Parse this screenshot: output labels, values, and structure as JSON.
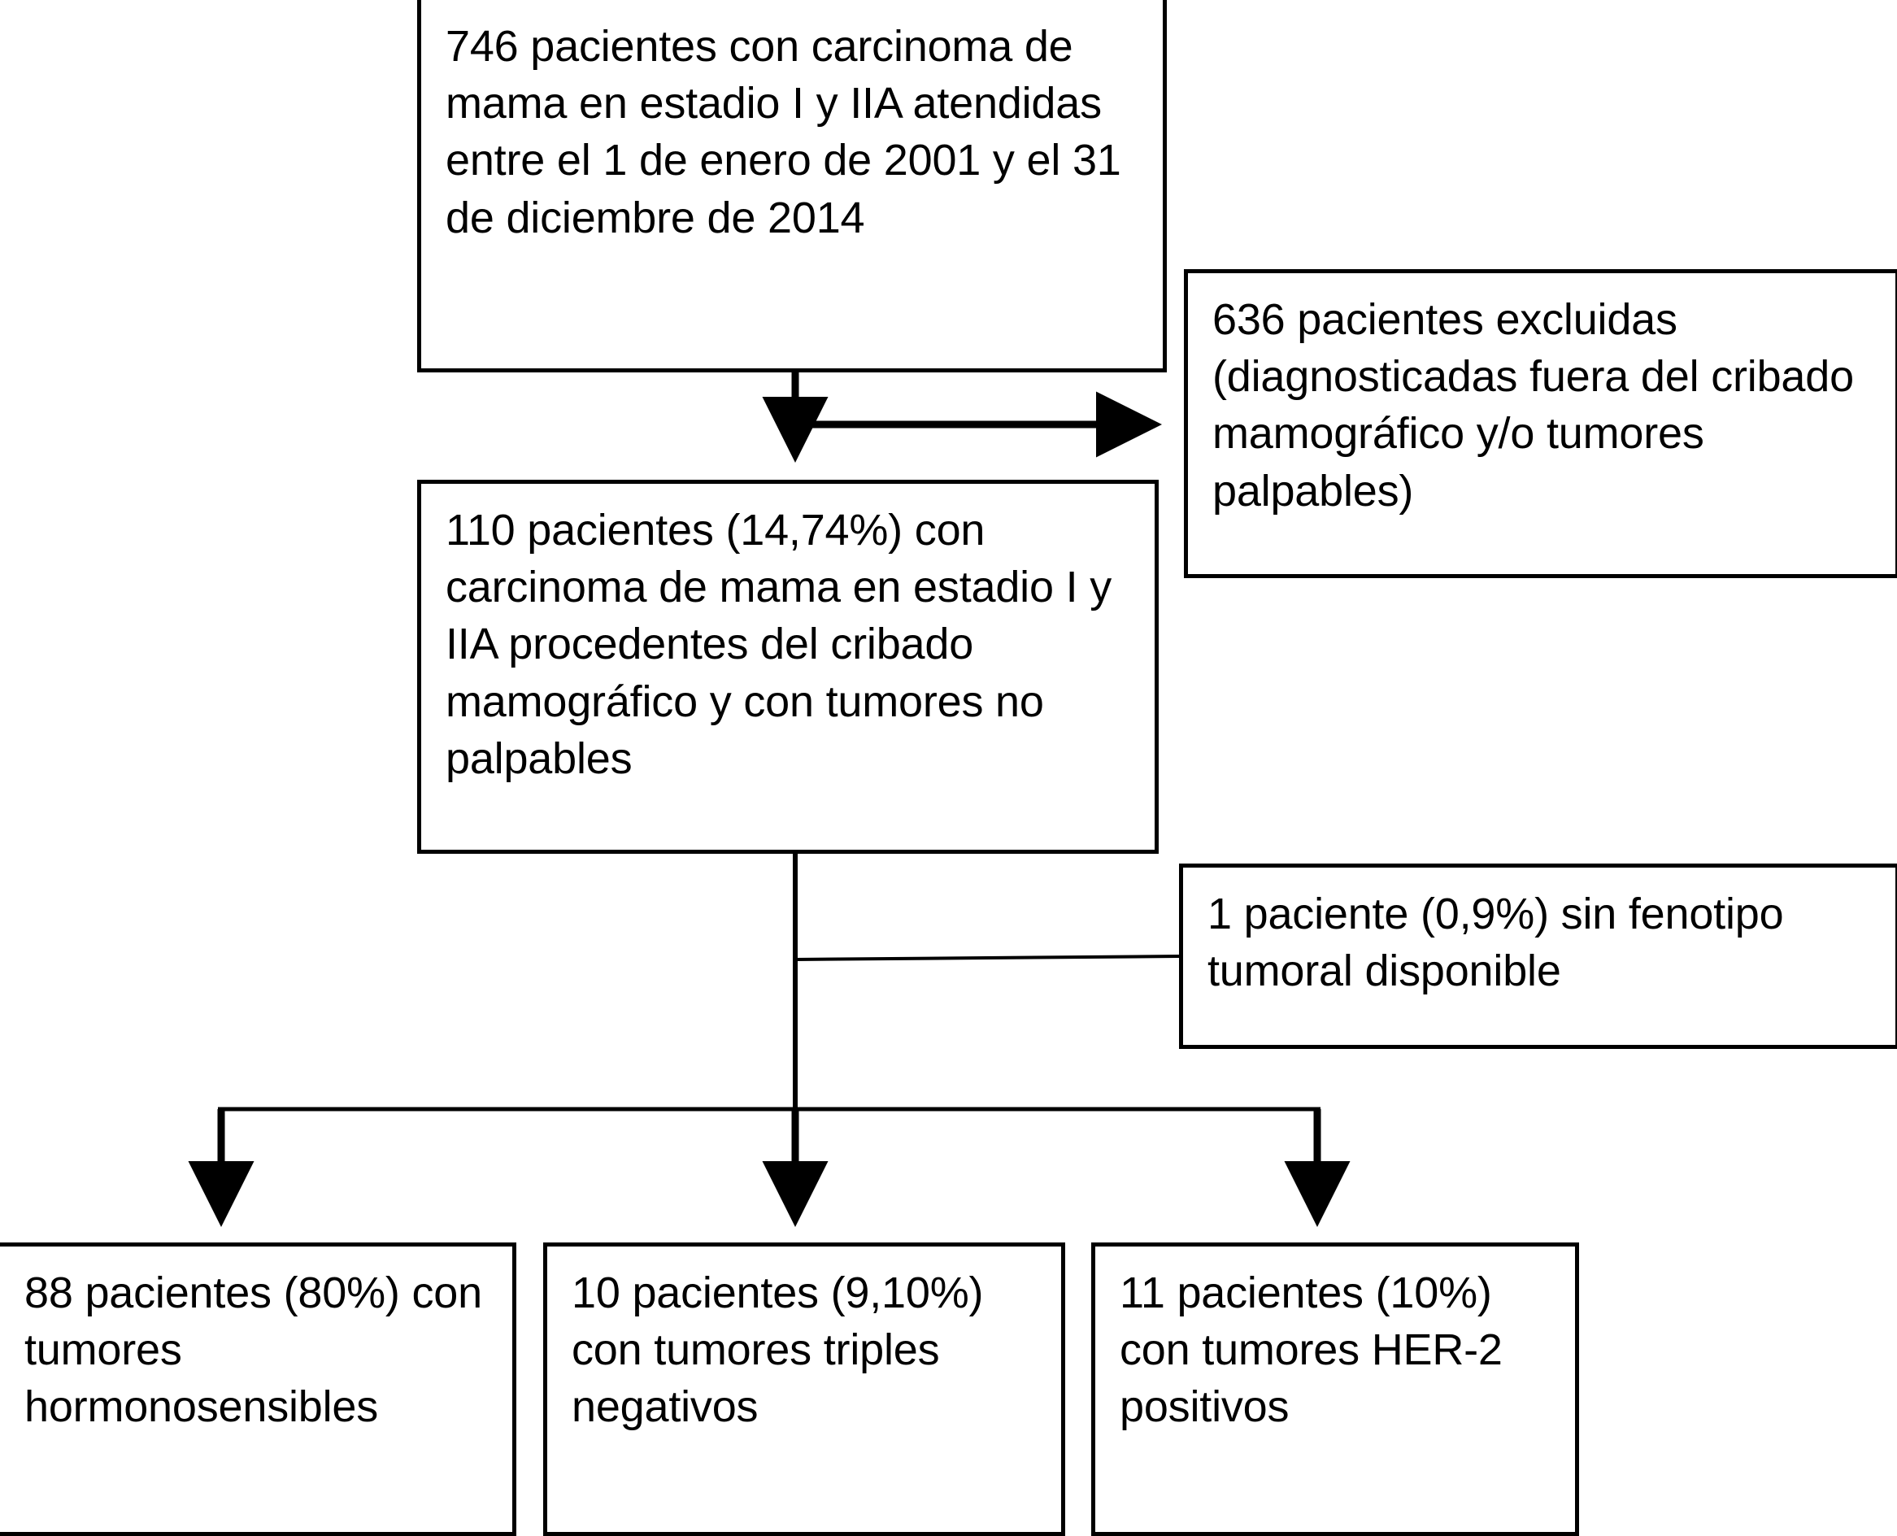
{
  "diagram": {
    "type": "flowchart",
    "language": "es",
    "title_visible": false,
    "colors": {
      "stroke": "#000000",
      "fill": "#ffffff",
      "text": "#000000"
    },
    "nodes": {
      "cohort_total": {
        "id": "n1",
        "role": "source-cohort",
        "text": "746 pacientes con carcinoma de mama en estadio I y IIA atendidas entre el 1 de enero de 2001 y el 31 de diciembre de 2014",
        "count": 746
      },
      "excluded": {
        "id": "n2",
        "role": "exclusion",
        "text": "636 pacientes excluidas (diagnosticadas fuera del cribado mamográfico y/o tumores palpables)",
        "count": 636
      },
      "cohort_included": {
        "id": "n3",
        "role": "included-cohort",
        "text": "110 pacientes (14,74%) con carcinoma de mama en estadio I y IIA procedentes del cribado mamográfico y con tumores no palpables",
        "count": 110,
        "percent": "14,74%"
      },
      "no_phenotype": {
        "id": "n4",
        "role": "exclusion",
        "text": "1 paciente (0,9%) sin fenotipo tumoral disponible",
        "count": 1,
        "percent": "0,9%"
      },
      "hormone_sensitive": {
        "id": "n5",
        "role": "outcome-group",
        "text": "88 pacientes (80%) con tumores hormonosensibles",
        "count": 88,
        "percent": "80%"
      },
      "triple_negative": {
        "id": "n6",
        "role": "outcome-group",
        "text": "10 pacientes (9,10%) con tumores triples negativos",
        "count": 10,
        "percent": "9,10%"
      },
      "her2_positive": {
        "id": "n7",
        "role": "outcome-group",
        "text": "11 pacientes (10%) con tumores HER-2 positivos",
        "count": 11,
        "percent": "10%"
      }
    },
    "edges": [
      {
        "from": "cohort_total",
        "to": "cohort_included",
        "style": "arrow-down"
      },
      {
        "from": "cohort_total",
        "to": "excluded",
        "style": "arrow-right"
      },
      {
        "from": "cohort_included",
        "to": "no_phenotype",
        "style": "plain-line"
      },
      {
        "from": "cohort_included",
        "to": "hormone_sensitive",
        "style": "arrow-down"
      },
      {
        "from": "cohort_included",
        "to": "triple_negative",
        "style": "arrow-down"
      },
      {
        "from": "cohort_included",
        "to": "her2_positive",
        "style": "arrow-down"
      }
    ]
  }
}
